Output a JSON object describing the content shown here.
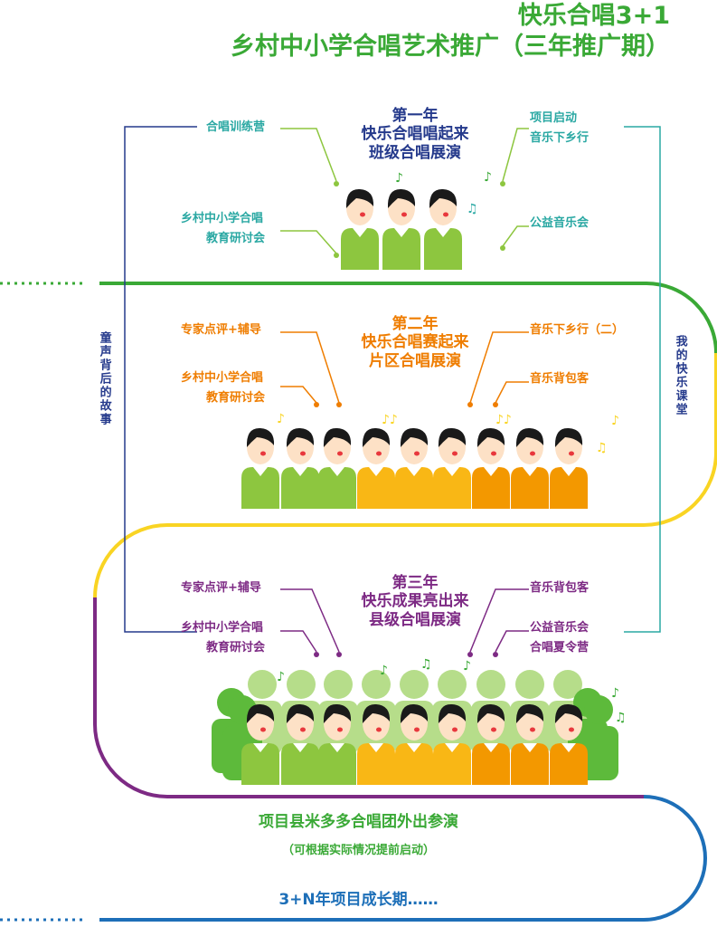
{
  "header": {
    "title_line1": "快乐合唱3+1",
    "title_line2": "乡村中小学合唱艺术推广（三年推广期）"
  },
  "side_labels": {
    "left": "童声背后的故事",
    "right": "我的快乐课堂"
  },
  "year1": {
    "heading": [
      "第一年",
      "快乐合唱唱起来",
      "班级合唱展演"
    ],
    "left_items": [
      "合唱训练营",
      "乡村中小学合唱",
      "教育研讨会"
    ],
    "right_items": [
      "项目启动",
      "音乐下乡行",
      "公益音乐会"
    ]
  },
  "year2": {
    "heading": [
      "第二年",
      "快乐合唱赛起来",
      "片区合唱展演"
    ],
    "left_items": [
      "专家点评+辅导",
      "乡村中小学合唱",
      "教育研讨会"
    ],
    "right_items": [
      "音乐下乡行（二）",
      "音乐背包客"
    ]
  },
  "year3": {
    "heading": [
      "第三年",
      "快乐成果亮出来",
      "县级合唱展演"
    ],
    "left_items": [
      "专家点评+辅导",
      "乡村中小学合唱",
      "教育研讨会"
    ],
    "right_items": [
      "音乐背包客",
      "公益音乐会",
      "合唱夏令营"
    ]
  },
  "footer": {
    "line1": "项目县米多多合唱团外出参演",
    "line2": "（可根据实际情况提前启动）",
    "line3": "3+N年项目成长期……"
  },
  "colors": {
    "green": "#3aa936",
    "light_green": "#8dc63f",
    "yellow": "#f9d423",
    "orange": "#ef7d00",
    "purple": "#7d2a84",
    "blue": "#1d6fb8",
    "navy": "#253a8c",
    "teal": "#2aa8a3"
  }
}
